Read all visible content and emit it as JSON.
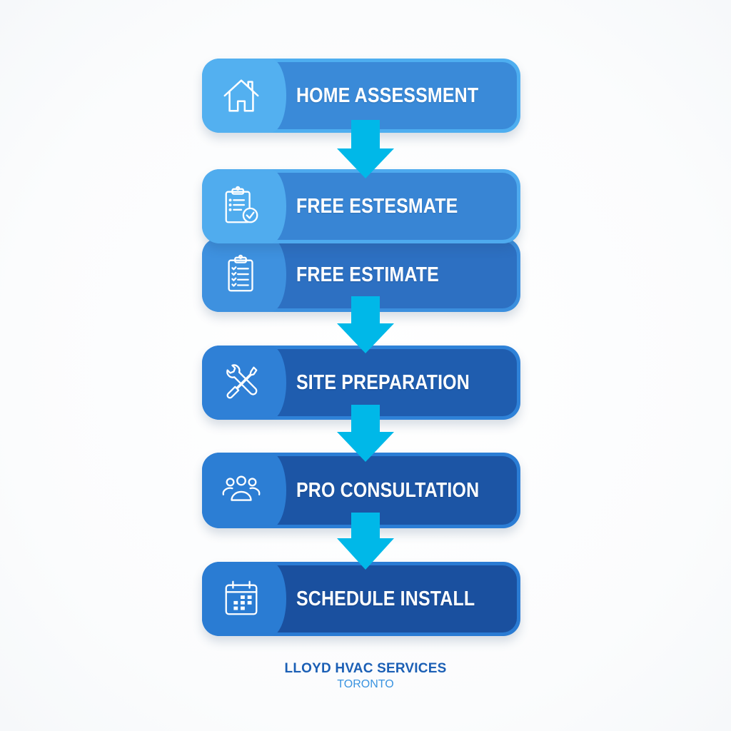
{
  "diagram": {
    "type": "process-flow",
    "direction": "top-to-bottom",
    "steps": [
      {
        "label": "HOME ASSESSMENT",
        "icon": "house-icon"
      },
      {
        "label": "FREE ESTESMATE",
        "icon": "clipboard-check-icon"
      },
      {
        "label": "FREE ESTIMATE",
        "icon": "clipboard-list-icon"
      },
      {
        "label": "SITE PREPARATION",
        "icon": "wrench-screwdriver-icon"
      },
      {
        "label": "PRO CONSULTATION",
        "icon": "people-group-icon"
      },
      {
        "label": "SCHEDULE INSTALL",
        "icon": "calendar-icon"
      }
    ],
    "connector": "down-arrow"
  },
  "footer": {
    "company": "LLOYD HVAC SERVICES",
    "city": "TORONTO"
  },
  "colors": {
    "arrow": "#00b8e8",
    "box_light": "#3a8ad8",
    "box_dark": "#1a509f",
    "company_text": "#1b5fb5",
    "city_text": "#3a93e0"
  }
}
